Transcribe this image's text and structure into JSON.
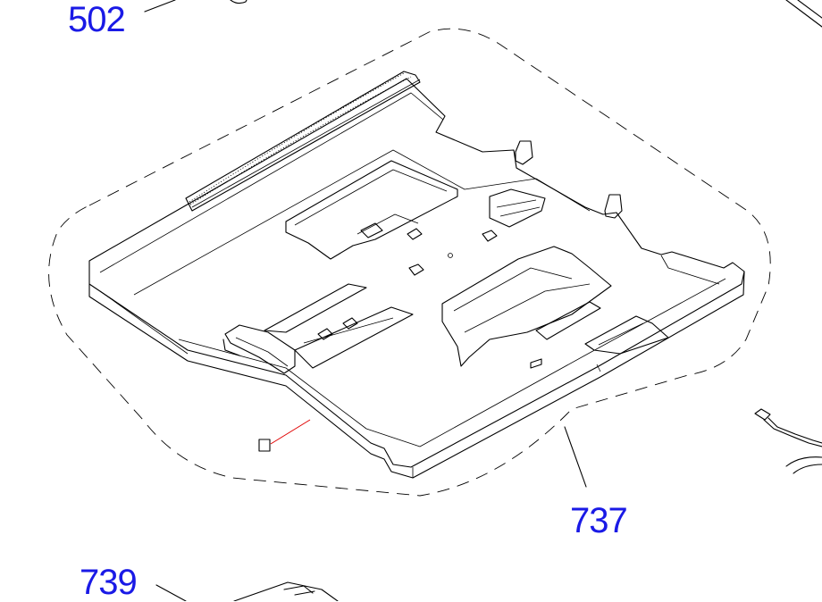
{
  "callouts": {
    "part_502": "502",
    "part_737": "737",
    "part_739": "739"
  },
  "colors": {
    "callout_text": "#1a1ae6",
    "line_art": "#000000",
    "highlight_leader": "#e00000"
  }
}
